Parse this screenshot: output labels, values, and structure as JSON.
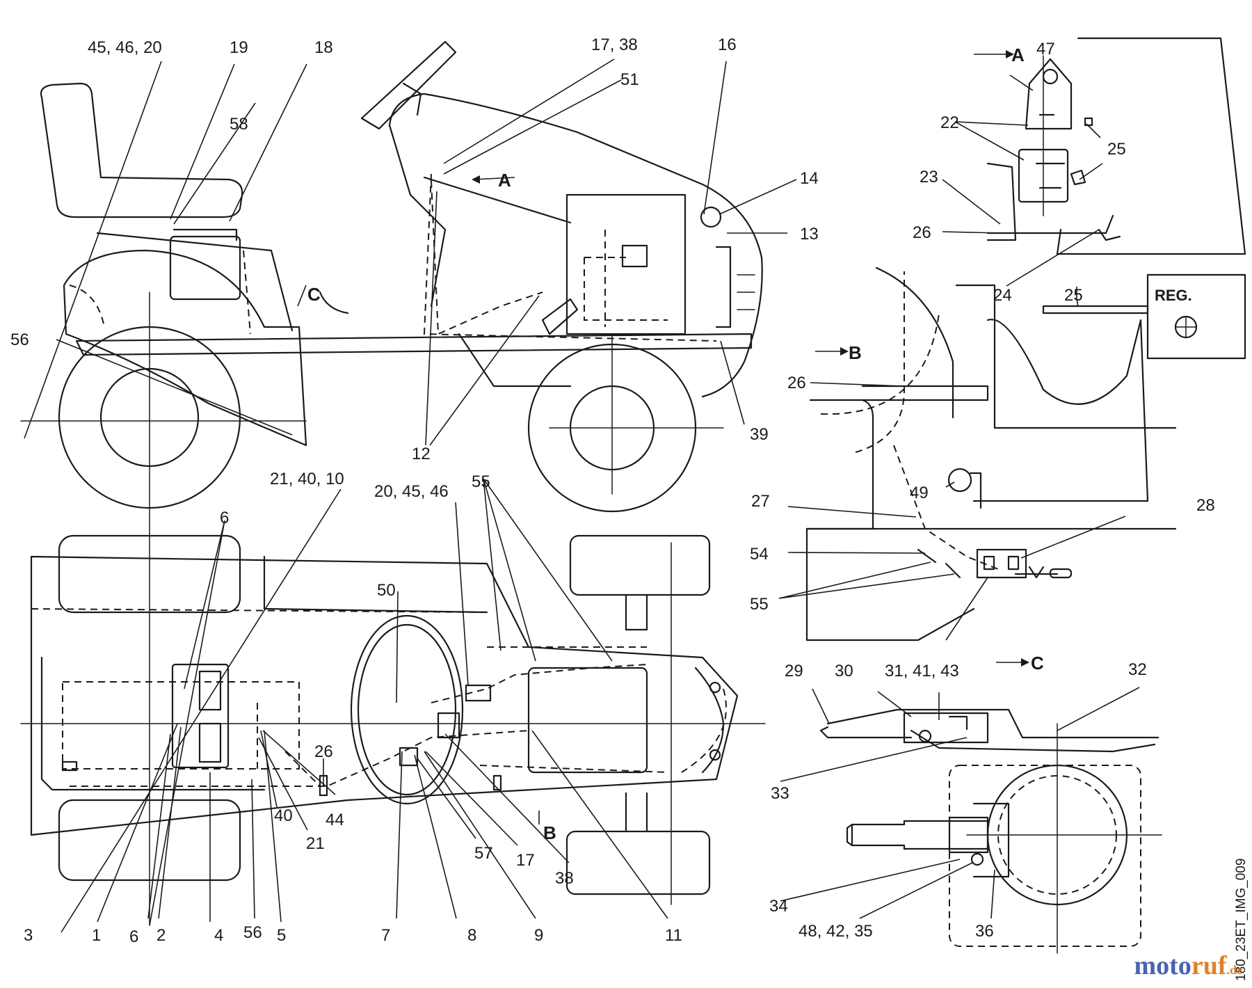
{
  "image_id": "180_23ET_IMG_009",
  "watermark": {
    "part_a": "moto",
    "part_b": "ruf",
    "suffix": ".de",
    "color_a": "#4a63b0",
    "color_b": "#e0802a"
  },
  "view_tags": {
    "A": "A",
    "B": "B",
    "C": "C"
  },
  "reg_label": "REG.",
  "callouts": {
    "c_45_46_20": "45, 46, 20",
    "c_19": "19",
    "c_18": "18",
    "c_58": "58",
    "c_17_38_top": "17, 38",
    "c_51": "51",
    "c_16": "16",
    "c_14": "14",
    "c_13": "13",
    "c_56_top": "56",
    "c_12": "12",
    "c_39": "39",
    "c_21_40_10": "21, 40, 10",
    "c_6_top": "6",
    "c_20_45_46": "20, 45, 46",
    "c_55_top": "55",
    "c_50": "50",
    "c_26_bottom": "26",
    "c_44": "44",
    "c_40": "40",
    "c_21": "21",
    "c_3": "3",
    "c_1": "1",
    "c_6_bottom": "6",
    "c_2": "2",
    "c_4": "4",
    "c_56_bottom": "56",
    "c_5": "5",
    "c_7": "7",
    "c_8": "8",
    "c_9": "9",
    "c_57": "57",
    "c_17_bottom": "17",
    "c_38_bottom": "38",
    "c_11": "11",
    "c_47": "47",
    "c_22": "22",
    "c_25_a": "25",
    "c_25_b": "25",
    "c_23": "23",
    "c_26_right": "26",
    "c_24": "24",
    "c_26_b": "26",
    "c_49": "49",
    "c_27": "27",
    "c_28": "28",
    "c_54": "54",
    "c_55_right": "55",
    "c_29": "29",
    "c_30": "30",
    "c_31_41_43": "31, 41, 43",
    "c_32": "32",
    "c_33": "33",
    "c_34": "34",
    "c_48_42_35": "48, 42, 35",
    "c_36": "36"
  }
}
